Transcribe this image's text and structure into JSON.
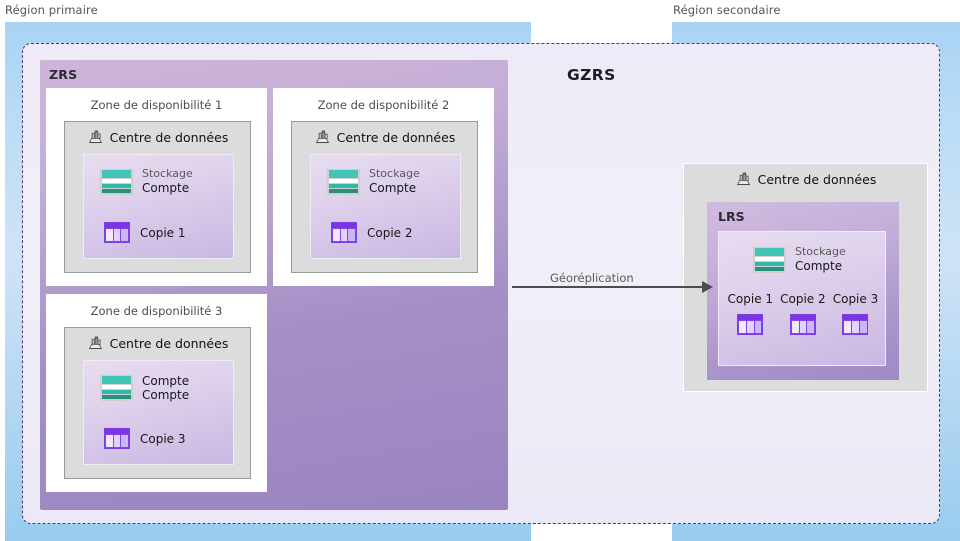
{
  "diagram": {
    "primary_region_label": "Région primaire",
    "secondary_region_label": "Région secondaire",
    "gzrs_title": "GZRS",
    "zrs_title": "ZRS",
    "lrs_title": "LRS",
    "datacenter_label": "Centre de données",
    "georeplication_label": "Géoréplication",
    "colors": {
      "region_blue": "#a9d2f3",
      "zrs_purple": "#a68fc6",
      "lrs_purple": "#b09ad0",
      "gzrs_fill": "#eeeaf7",
      "dashed_border": "#4a3d6b",
      "datacenter_grey": "#dcdcdc",
      "storage_teal": "#3fc6b7",
      "copy_violet": "#8244e8",
      "arrow_grey": "#4d4d4d"
    },
    "availability_zones": [
      {
        "title": "Zone de disponibilité 1",
        "datacenter": "Centre de données",
        "account_line1": "Stockage",
        "account_line2": "Compte",
        "account_line1_dark": false,
        "copy_label": "Copie 1"
      },
      {
        "title": "Zone de disponibilité 2",
        "datacenter": "Centre de données",
        "account_line1": "Stockage",
        "account_line2": "Compte",
        "account_line1_dark": false,
        "copy_label": "Copie 2"
      },
      {
        "title": "Zone de disponibilité 3",
        "datacenter": "Centre de données",
        "account_line1": "Compte",
        "account_line2": "Compte",
        "account_line1_dark": true,
        "copy_label": "Copie 3"
      }
    ],
    "secondary": {
      "datacenter": "Centre de données",
      "lrs_title": "LRS",
      "account_line1": "Stockage",
      "account_line2": "Compte",
      "copies": [
        "Copie 1",
        "Copie 2",
        "Copie 3"
      ]
    }
  }
}
